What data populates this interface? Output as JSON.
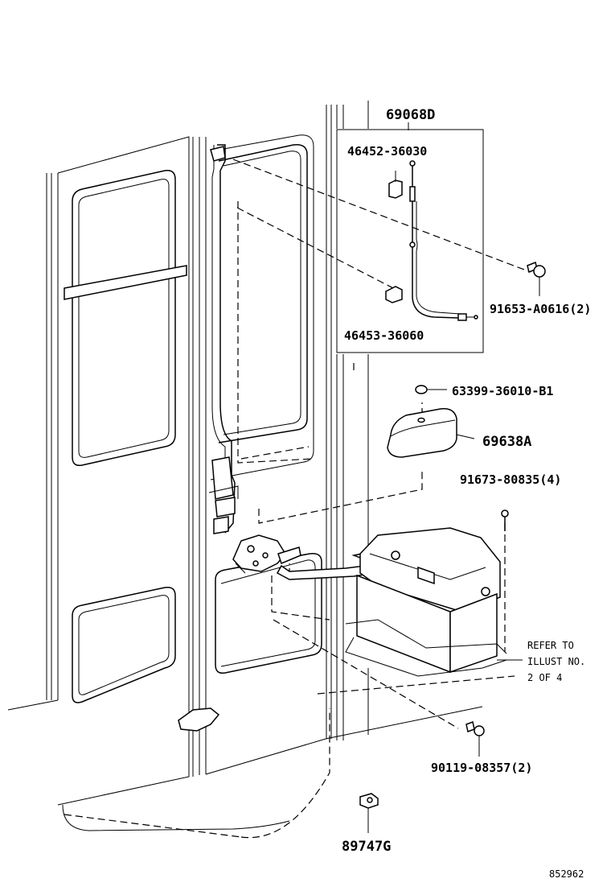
{
  "parts": {
    "assembly": "69068D",
    "bracket_upper": "46452-36030",
    "bracket_lower": "46453-36060",
    "screw_upper": "91653-A0616(2)",
    "grommet": "63399-36010-B1",
    "cover": "69638A",
    "bolt_battery": "91673-80835(4)",
    "screw_lower": "90119-08357(2)",
    "clip": "89747G"
  },
  "reference": {
    "line1": "REFER TO",
    "line2": "ILLUST NO.",
    "line3": "2 OF 4"
  },
  "illustration_number": "852962"
}
